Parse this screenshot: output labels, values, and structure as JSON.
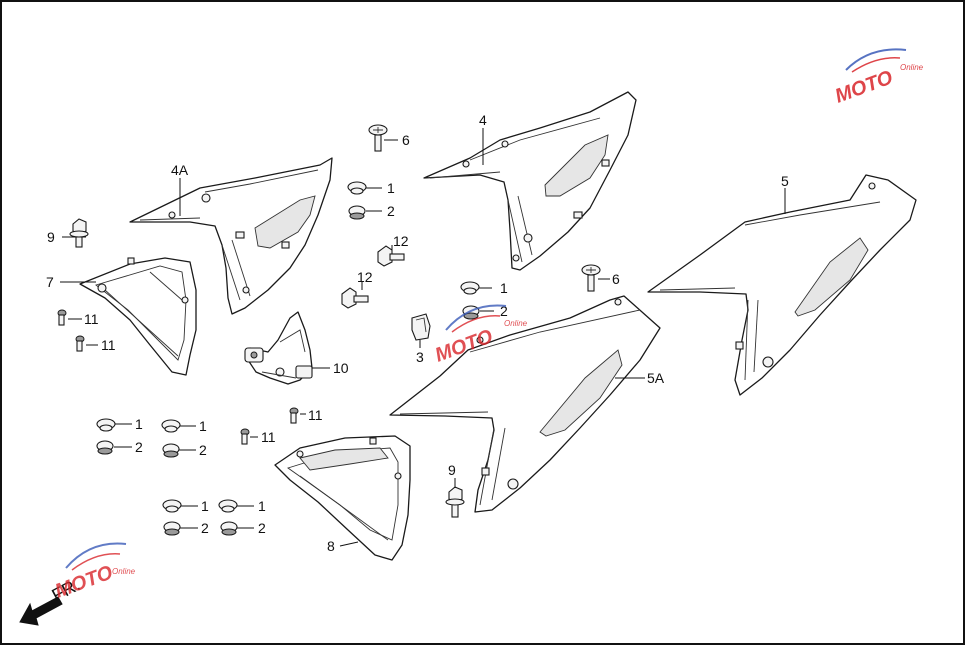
{
  "labels": {
    "l1a": "1",
    "l1b": "1",
    "l1c": "1",
    "l1d": "1",
    "l1e": "1",
    "l1f": "1",
    "l2a": "2",
    "l2b": "2",
    "l2c": "2",
    "l2d": "2",
    "l2e": "2",
    "l2f": "2",
    "l3": "3",
    "l4": "4",
    "l4a": "4A",
    "l5": "5",
    "l5a": "5A",
    "l6a": "6",
    "l6b": "6",
    "l7": "7",
    "l8": "8",
    "l9a": "9",
    "l9b": "9",
    "l10": "10",
    "l11a": "11",
    "l11b": "11",
    "l11c": "11",
    "l11d": "11",
    "l12a": "12",
    "l12b": "12"
  },
  "direction_text": "FR.",
  "watermark": {
    "text_a": "MOTO",
    "text_b": "Online",
    "color_red": "#d9252a",
    "color_blue": "#3a5bb8"
  },
  "colors": {
    "line": "#1a1a1a",
    "background": "#ffffff"
  }
}
